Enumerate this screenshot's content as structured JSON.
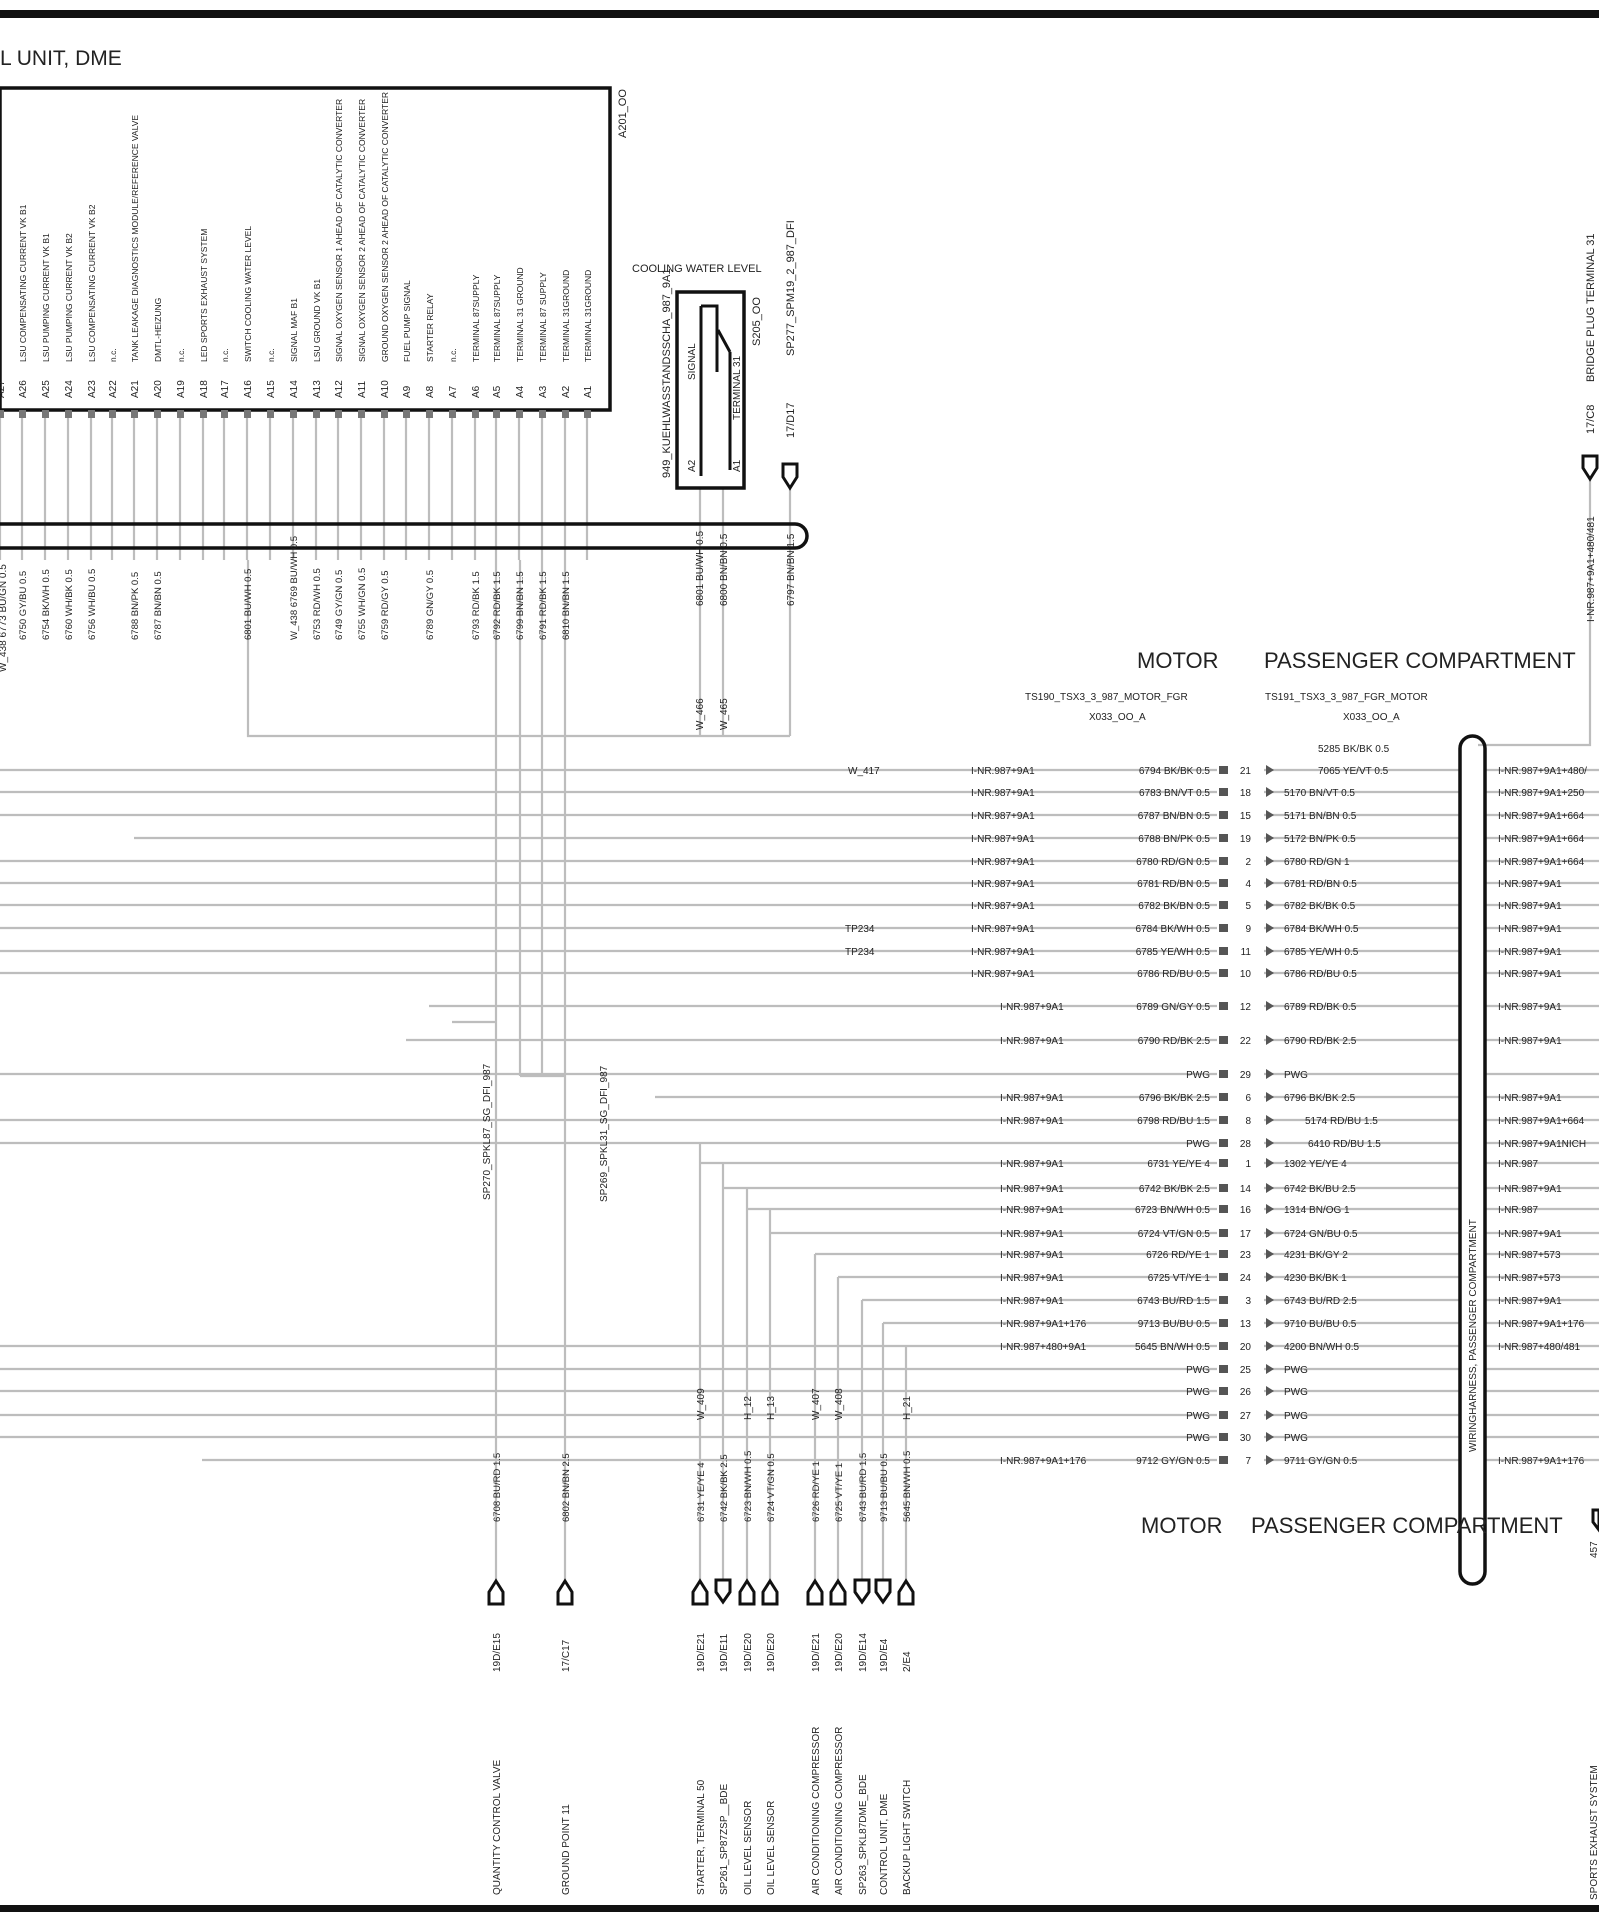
{
  "header": {
    "title": "L UNIT, DME"
  },
  "colors": {
    "wire": "#bdbdbd",
    "frame": "#111111",
    "text": "#222222"
  },
  "dme": {
    "id": "A201_OO",
    "pins": [
      {
        "pin": "A27",
        "label": ""
      },
      {
        "pin": "A26",
        "label": "LSU COMPENSATING CURRENT VK B1"
      },
      {
        "pin": "A25",
        "label": "LSU PUMPING CURRENT VK B1"
      },
      {
        "pin": "A24",
        "label": "LSU PUMPING CURRENT VK B2"
      },
      {
        "pin": "A23",
        "label": "LSU COMPENSATING CURRENT VK B2"
      },
      {
        "pin": "A22",
        "label": "n.c."
      },
      {
        "pin": "A21",
        "label": "TANK LEAKAGE DIAGNOSTICS MODULE/REFERENCE VALVE"
      },
      {
        "pin": "A20",
        "label": "DMTL-HEIZUNG"
      },
      {
        "pin": "A19",
        "label": "n.c."
      },
      {
        "pin": "A18",
        "label": "LED SPORTS EXHAUST SYSTEM"
      },
      {
        "pin": "A17",
        "label": "n.c."
      },
      {
        "pin": "A16",
        "label": "SWITCH  COOLING WATER LEVEL"
      },
      {
        "pin": "A15",
        "label": "n.c."
      },
      {
        "pin": "A14",
        "label": "SIGNAL MAF      B1"
      },
      {
        "pin": "A13",
        "label": "LSU GROUND VK B1"
      },
      {
        "pin": "A12",
        "label": "SIGNAL OXYGEN SENSOR 1 AHEAD OF CATALYTIC CONVERTER"
      },
      {
        "pin": "A11",
        "label": "SIGNAL OXYGEN SENSOR 2 AHEAD OF CATALYTIC CONVERTER"
      },
      {
        "pin": "A10",
        "label": "GROUND OXYGEN SENSOR 2 AHEAD OF CATALYTIC CONVERTER"
      },
      {
        "pin": "A9",
        "label": "FUEL PUMP SIGNAL"
      },
      {
        "pin": "A8",
        "label": "STARTER RELAY"
      },
      {
        "pin": "A7",
        "label": "n.c."
      },
      {
        "pin": "A6",
        "label": "TERMINAL 87SUPPLY"
      },
      {
        "pin": "A5",
        "label": "TERMINAL 87SUPPLY"
      },
      {
        "pin": "A4",
        "label": "TERMINAL 31 GROUND"
      },
      {
        "pin": "A3",
        "label": "TERMINAL 87 SUPPLY"
      },
      {
        "pin": "A2",
        "label": "TERMINAL 31GROUND"
      },
      {
        "pin": "A1",
        "label": "TERMINAL 31GROUND"
      }
    ],
    "wires": [
      "6750 GY/BU 0.5",
      "6754 BK/WH 0.5",
      "6760 WH/BK 0.5",
      "6756 WH/BU 0.5",
      "6788 BN/PK 0.5",
      "6787 BN/BN 0.5",
      "6801 BU/WH 0.5",
      "W_438 6769 BU/WH 0.5",
      "6753 RD/WH 0.5",
      "6749 GY/GN 0.5",
      "6755 WH/GN 0.5",
      "6759 RD/GY 0.5",
      "6789 GN/GY 0.5",
      "6793 RD/BK 1.5",
      "6792 RD/BK 1.5",
      "6799 BN/BN 1.5",
      "6791 RD/BK 1.5",
      "6810 BN/BN 1.5"
    ]
  },
  "cooling": {
    "title": "COOLING WATER LEVEL",
    "part": "949_KUEHLWASSTANDSSCHA_987_9A1",
    "id": "S205_OO",
    "signal": "SIGNAL",
    "terminal": "TERMINAL 31",
    "pin_a2": "A2",
    "pin_a1": "A1",
    "wire1": "6801 BU/WH 0.5",
    "wire2": "6800 BN/BN 0.5",
    "w1": "W_466",
    "w2": "W_465",
    "sp_ref": "17/D17",
    "sp_name": "SP277_SPM19_2_987_DFI",
    "sp_wire": "6797 BN/BN 1.5"
  },
  "bridge": {
    "name": "BRIDGE PLUG TERMINAL 31",
    "ref": "17/C8",
    "wire": "I-NR.987+9A1+480/481"
  },
  "connector": {
    "motor_title": "MOTOR",
    "pass_title": "PASSENGER COMPARTMENT",
    "motor_sub1": "TS190_TSX3_3_987_MOTOR_FGR",
    "motor_sub2": "X033_OO_A",
    "pass_sub1": "TS191_TSX3_3_987_FGR_MOTOR",
    "pass_sub2": "X033_OO_A",
    "harness": "WIRINGHARNESS, PASSENGER COMPARTMENT",
    "top_extra": "5285 BK/BK 0.5",
    "rows": [
      {
        "tag": "W_417",
        "inr": "I-NR.987+9A1",
        "wl": "6794 BK/BK 0.5",
        "pin": "21",
        "wr": "7065 YE/VT 0.5",
        "rr": "I-NR.987+9A1+480/"
      },
      {
        "tag": "",
        "inr": "I-NR.987+9A1",
        "wl": "6783 BN/VT 0.5",
        "pin": "18",
        "wr": "5170 BN/VT 0.5",
        "rr": "I-NR.987+9A1+250"
      },
      {
        "tag": "",
        "inr": "I-NR.987+9A1",
        "wl": "6787 BN/BN 0.5",
        "pin": "15",
        "wr": "5171 BN/BN 0.5",
        "rr": "I-NR.987+9A1+664"
      },
      {
        "tag": "",
        "inr": "I-NR.987+9A1",
        "wl": "6788 BN/PK 0.5",
        "pin": "19",
        "wr": "5172 BN/PK 0.5",
        "rr": "I-NR.987+9A1+664"
      },
      {
        "tag": "",
        "inr": "I-NR.987+9A1",
        "wl": "6780 RD/GN 0.5",
        "pin": "2",
        "wr": "6780 RD/GN 1",
        "rr": "I-NR.987+9A1+664"
      },
      {
        "tag": "",
        "inr": "I-NR.987+9A1",
        "wl": "6781 RD/BN 0.5",
        "pin": "4",
        "wr": "6781 RD/BN 0.5",
        "rr": "I-NR.987+9A1"
      },
      {
        "tag": "",
        "inr": "I-NR.987+9A1",
        "wl": "6782 BK/BN 0.5",
        "pin": "5",
        "wr": "6782 BK/BK 0.5",
        "rr": "I-NR.987+9A1"
      },
      {
        "tag": "TP234",
        "inr": "I-NR.987+9A1",
        "wl": "6784 BK/WH 0.5",
        "pin": "9",
        "wr": "6784 BK/WH 0.5",
        "rr": "I-NR.987+9A1"
      },
      {
        "tag": "TP234",
        "inr": "I-NR.987+9A1",
        "wl": "6785 YE/WH 0.5",
        "pin": "11",
        "wr": "6785 YE/WH 0.5",
        "rr": "I-NR.987+9A1"
      },
      {
        "tag": "",
        "inr": "I-NR.987+9A1",
        "wl": "6786 RD/BU 0.5",
        "pin": "10",
        "wr": "6786 RD/BU 0.5",
        "rr": "I-NR.987+9A1"
      },
      {
        "tag": "",
        "inr": "I-NR.987+9A1",
        "wl": "6789 GN/GY 0.5",
        "pin": "12",
        "wr": "6789 RD/BK 0.5",
        "rr": "I-NR.987+9A1"
      },
      {
        "tag": "",
        "inr": "I-NR.987+9A1",
        "wl": "6790 RD/BK 2.5",
        "pin": "22",
        "wr": "6790 RD/BK 2.5",
        "rr": "I-NR.987+9A1"
      },
      {
        "tag": "",
        "inr": "",
        "wl": "PWG",
        "pin": "29",
        "wr": "PWG",
        "rr": ""
      },
      {
        "tag": "",
        "inr": "I-NR.987+9A1",
        "wl": "6796 BK/BK 2.5",
        "pin": "6",
        "wr": "6796 BK/BK 2.5",
        "rr": "I-NR.987+9A1"
      },
      {
        "tag": "",
        "inr": "I-NR.987+9A1",
        "wl": "6798 RD/BU 1.5",
        "pin": "8",
        "wr": "5174 RD/BU 1.5",
        "rr": "I-NR.987+9A1+664"
      },
      {
        "tag": "",
        "inr": "",
        "wl": "PWG",
        "pin": "28",
        "wr": "6410 RD/BU 1.5",
        "rr": "I-NR.987+9A1NICH"
      },
      {
        "tag": "",
        "inr": "I-NR.987+9A1",
        "wl": "6731 YE/YE 4",
        "pin": "1",
        "wr": "1302 YE/YE 4",
        "rr": "I-NR.987"
      },
      {
        "tag": "",
        "inr": "I-NR.987+9A1",
        "wl": "6742 BK/BK 2.5",
        "pin": "14",
        "wr": "6742 BK/BU 2.5",
        "rr": "I-NR.987+9A1"
      },
      {
        "tag": "",
        "inr": "I-NR.987+9A1",
        "wl": "6723 BN/WH 0.5",
        "pin": "16",
        "wr": "1314 BN/OG 1",
        "rr": "I-NR.987"
      },
      {
        "tag": "",
        "inr": "I-NR.987+9A1",
        "wl": "6724 VT/GN 0.5",
        "pin": "17",
        "wr": "6724 GN/BU 0.5",
        "rr": "I-NR.987+9A1"
      },
      {
        "tag": "",
        "inr": "I-NR.987+9A1",
        "wl": "6726 RD/YE 1",
        "pin": "23",
        "wr": "4231 BK/GY 2",
        "rr": "I-NR.987+573"
      },
      {
        "tag": "",
        "inr": "I-NR.987+9A1",
        "wl": "6725 VT/YE 1",
        "pin": "24",
        "wr": "4230 BK/BK 1",
        "rr": "I-NR.987+573"
      },
      {
        "tag": "",
        "inr": "I-NR.987+9A1",
        "wl": "6743 BU/RD 1.5",
        "pin": "3",
        "wr": "6743 BU/RD 2.5",
        "rr": "I-NR.987+9A1"
      },
      {
        "tag": "",
        "inr": "I-NR.987+9A1+176",
        "wl": "9713 BU/BU 0.5",
        "pin": "13",
        "wr": "9710 BU/BU 0.5",
        "rr": "I-NR.987+9A1+176"
      },
      {
        "tag": "",
        "inr": "I-NR.987+480+9A1",
        "wl": "5645 BN/WH 0.5",
        "pin": "20",
        "wr": "4200 BN/WH 0.5",
        "rr": "I-NR.987+480/481"
      },
      {
        "tag": "",
        "inr": "",
        "wl": "PWG",
        "pin": "25",
        "wr": "PWG",
        "rr": ""
      },
      {
        "tag": "",
        "inr": "",
        "wl": "PWG",
        "pin": "26",
        "wr": "PWG",
        "rr": ""
      },
      {
        "tag": "",
        "inr": "",
        "wl": "PWG",
        "pin": "27",
        "wr": "PWG",
        "rr": ""
      },
      {
        "tag": "",
        "inr": "",
        "wl": "PWG",
        "pin": "30",
        "wr": "PWG",
        "rr": ""
      },
      {
        "tag": "",
        "inr": "I-NR.987+9A1+176",
        "wl": "9712 GY/GN 0.5",
        "pin": "7",
        "wr": "9711 GY/GN 0.5",
        "rr": "I-NR.987+9A1+176"
      }
    ]
  },
  "splices": [
    "SP270_SPKL87_SG_DFI_987",
    "SP269_SPKL31_SG_DFI_987"
  ],
  "left_partial": "W_438 6773 BU/GN 0.5",
  "wire_tags": [
    "W_409",
    "H_12",
    "H_13",
    "W_407",
    "W_408",
    "H_21"
  ],
  "bottom": [
    {
      "wire": "6708 BU/RD 1.5",
      "ref": "19D/E15",
      "name": "QUANTITY CONTROL VALVE"
    },
    {
      "wire": "6802 BN/BN 2.5",
      "ref": "17/C17",
      "name": "GROUND POINT 11"
    },
    {
      "wire": "6731 YE/YE 4",
      "ref": "19D/E21",
      "name": "STARTER, TERMINAL 50"
    },
    {
      "wire": "6742 BK/BK 2.5",
      "ref": "19D/E11",
      "name": "SP261_SP87ZSP__BDE"
    },
    {
      "wire": "6723 BN/WH 0.5",
      "ref": "19D/E20",
      "name": "OIL LEVEL SENSOR"
    },
    {
      "wire": "6724 VT/GN 0.5",
      "ref": "19D/E20",
      "name": "OIL LEVEL SENSOR"
    },
    {
      "wire": "6726 RD/YE 1",
      "ref": "19D/E21",
      "name": "AIR CONDITIONING COMPRESSOR"
    },
    {
      "wire": "6725 VT/YE 1",
      "ref": "19D/E20",
      "name": "AIR CONDITIONING COMPRESSOR"
    },
    {
      "wire": "6743 BU/RD 1.5",
      "ref": "19D/E14",
      "name": "SP263_SPKL87DME_BDE"
    },
    {
      "wire": "9713 BU/BU 0.5",
      "ref": "19D/E4",
      "name": "CONTROL UNIT, DME"
    },
    {
      "wire": "5645 BN/WH 0.5",
      "ref": "2/E4",
      "name": "BACKUP LIGHT SWITCH"
    }
  ],
  "right_edge_partial": [
    "SPORTS EXHAUST SYSTEM",
    "457"
  ]
}
